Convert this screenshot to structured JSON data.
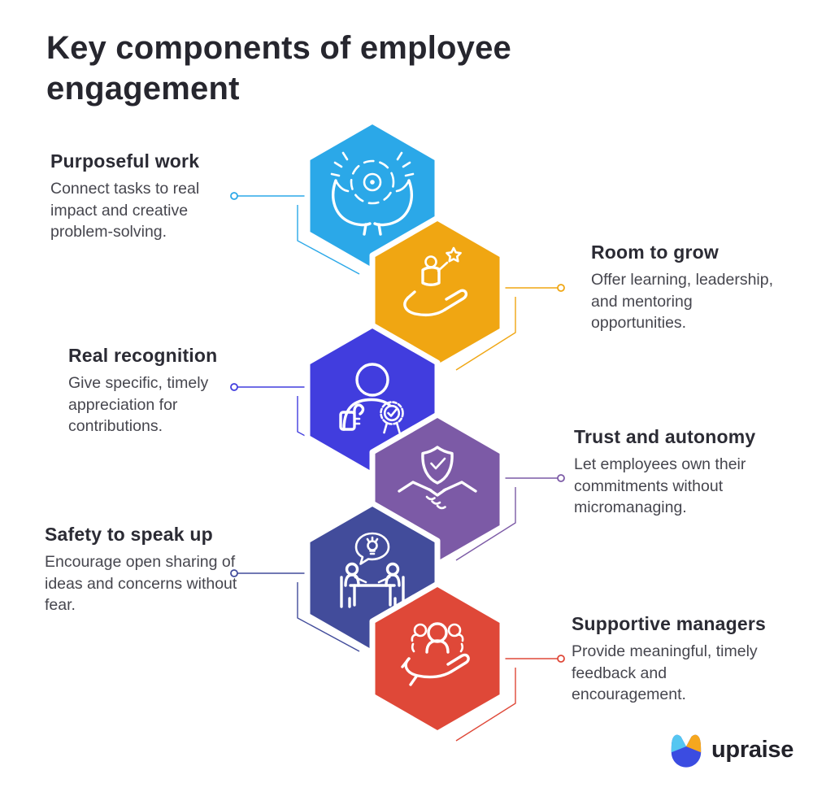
{
  "title": "Key components of employee engagement",
  "brand": {
    "logo_text": "upraise"
  },
  "colors": {
    "title_text": "#26262e",
    "heading_text": "#2b2b34",
    "body_text": "#46464e",
    "background": "#ffffff",
    "logo_body": "#3b4ce1",
    "logo_ear_left": "#55c6f1",
    "logo_ear_right": "#f6a71e",
    "logo_text": "#22222a"
  },
  "items": [
    {
      "id": "purposeful-work",
      "side": "left",
      "heading": "Purposeful work",
      "description": "Connect tasks to real impact and creative problem-solving.",
      "color": "#2ba8e8",
      "icon": "hands-holding-target"
    },
    {
      "id": "room-to-grow",
      "side": "right",
      "heading": "Room to grow",
      "description": "Offer learning, leadership, and mentoring opportunities.",
      "color": "#f0a612",
      "icon": "hand-lifting-person-star"
    },
    {
      "id": "real-recognition",
      "side": "left",
      "heading": "Real recognition",
      "description": "Give specific, timely appreciation for contributions.",
      "color": "#413dde",
      "icon": "person-thumbs-up-badge"
    },
    {
      "id": "trust-and-autonomy",
      "side": "right",
      "heading": "Trust and autonomy",
      "description": "Let employees own their commitments without micromanaging.",
      "color": "#7c5aa6",
      "icon": "handshake-shield-check"
    },
    {
      "id": "safety-to-speak-up",
      "side": "left",
      "heading": "Safety to speak up",
      "description": "Encourage open sharing of ideas and concerns without fear.",
      "color": "#424c9b",
      "icon": "people-table-idea-bubble"
    },
    {
      "id": "supportive-managers",
      "side": "right",
      "heading": "Supportive managers",
      "description": "Provide meaningful, timely feedback and encouragement.",
      "color": "#df4838",
      "icon": "hand-holding-team"
    }
  ]
}
